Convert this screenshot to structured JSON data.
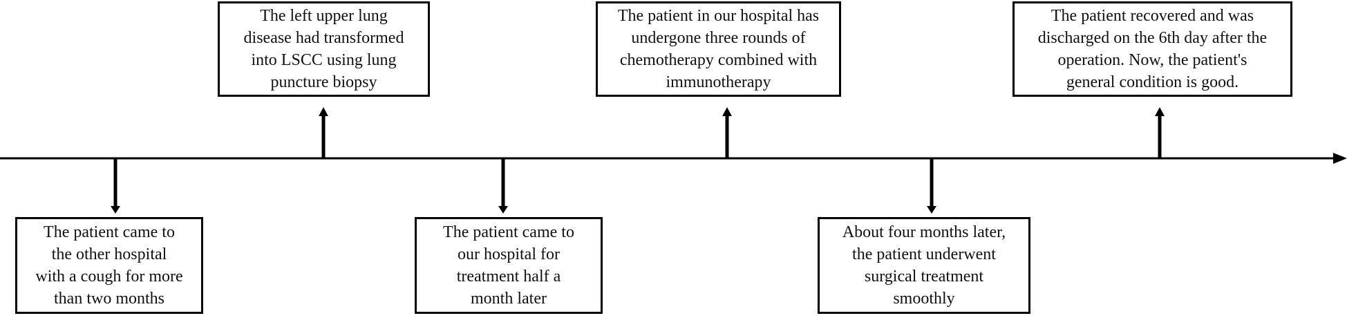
{
  "timeline": {
    "events": [
      {
        "id": "e1",
        "position": "below",
        "text": "The patient came to\nthe other hospital\nwith a cough for more\nthan two months"
      },
      {
        "id": "e2",
        "position": "above",
        "text": "The left upper lung\ndisease had transformed\ninto LSCC using lung\npuncture biopsy"
      },
      {
        "id": "e3",
        "position": "below",
        "text": "The patient came to\nour hospital for\ntreatment half a\nmonth later"
      },
      {
        "id": "e4",
        "position": "above",
        "text": "The patient in our hospital has\nundergone three rounds of\nchemotherapy combined with\nimmunotherapy"
      },
      {
        "id": "e5",
        "position": "below",
        "text": "About four months later,\nthe patient underwent\nsurgical treatment\nsmoothly"
      },
      {
        "id": "e6",
        "position": "above",
        "text": "The patient recovered and was\ndischarged on the 6th day after the\noperation. Now, the patient's\ngeneral condition is good."
      }
    ]
  },
  "colors": {
    "line": "#000000",
    "box_border": "#000000",
    "text": "#111111",
    "background": "#ffffff"
  }
}
